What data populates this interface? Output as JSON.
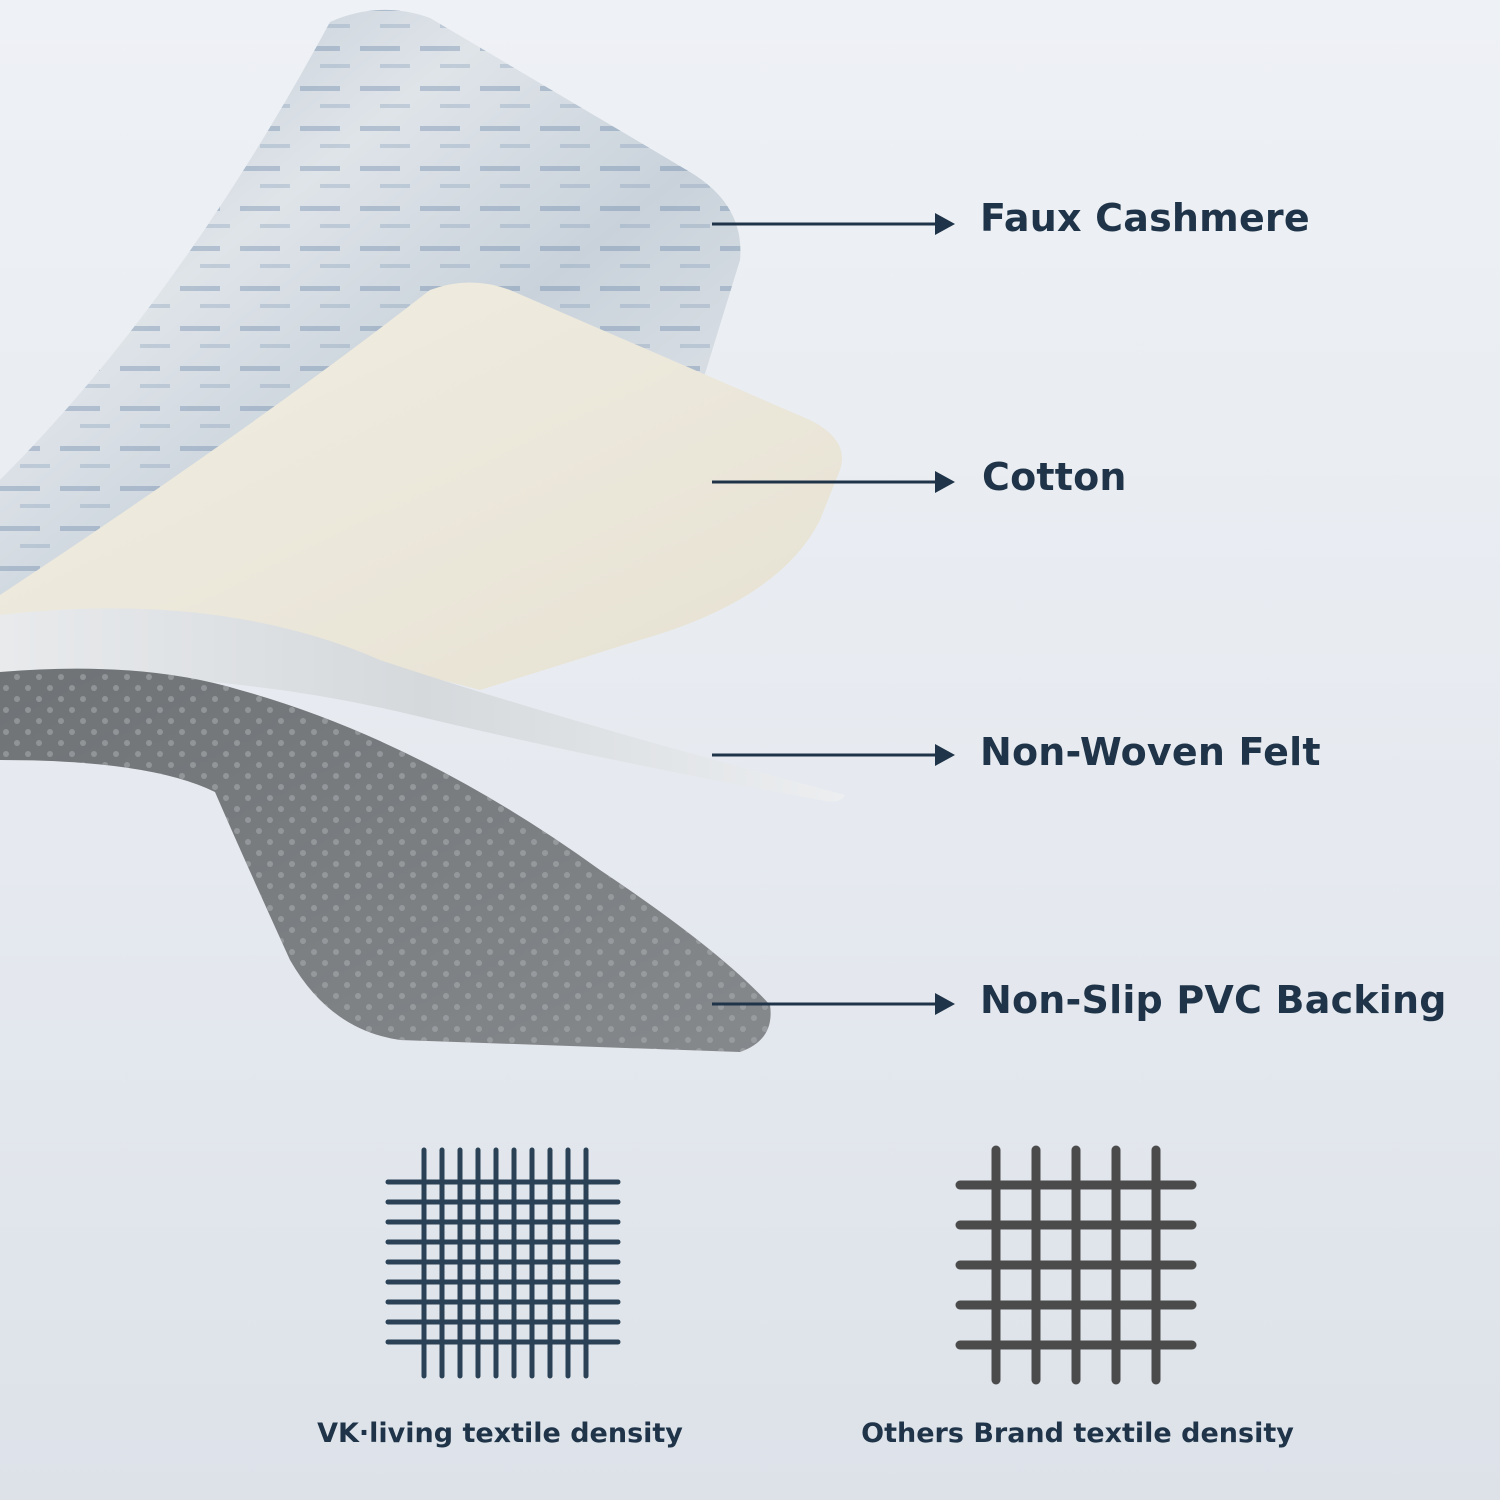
{
  "layers": [
    {
      "label": "Faux Cashmere",
      "icon": "arrow-right-icon"
    },
    {
      "label": "Cotton",
      "icon": "arrow-right-icon"
    },
    {
      "label": "Non-Woven Felt",
      "icon": "arrow-right-icon"
    },
    {
      "label": "Non-Slip PVC Backing",
      "icon": "arrow-right-icon"
    }
  ],
  "density": {
    "left_caption": "VK·living textile density",
    "right_caption": "Others Brand textile density"
  },
  "colors": {
    "label_text": "#1f3448",
    "arrow": "#1f3448",
    "dense_grid": "#2b4256",
    "sparse_grid": "#4b4b4b",
    "cashmere": "#cfd6dd",
    "cotton": "#ece8dc",
    "felt": "#dfe1e3",
    "pvc": "#7b7f82"
  }
}
